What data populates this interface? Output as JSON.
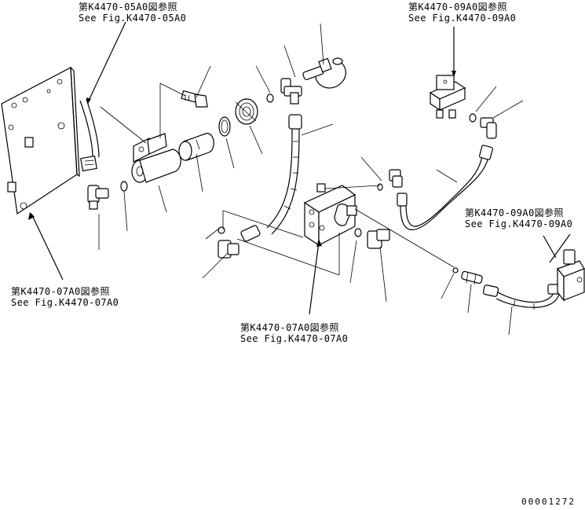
{
  "references": [
    {
      "jp": "第K4470-05A0図参照",
      "en": "See Fig.K4470-05A0"
    },
    {
      "jp": "第K4470-09A0図参照",
      "en": "See Fig.K4470-09A0"
    },
    {
      "jp": "第K4470-09A0図参照",
      "en": "See Fig.K4470-09A0"
    },
    {
      "jp": "第K4470-07A0図参照",
      "en": "See Fig.K4470-07A0"
    },
    {
      "jp": "第K4470-07A0図参照",
      "en": "See Fig.K4470-07A0"
    }
  ],
  "doc_id": "00001272"
}
